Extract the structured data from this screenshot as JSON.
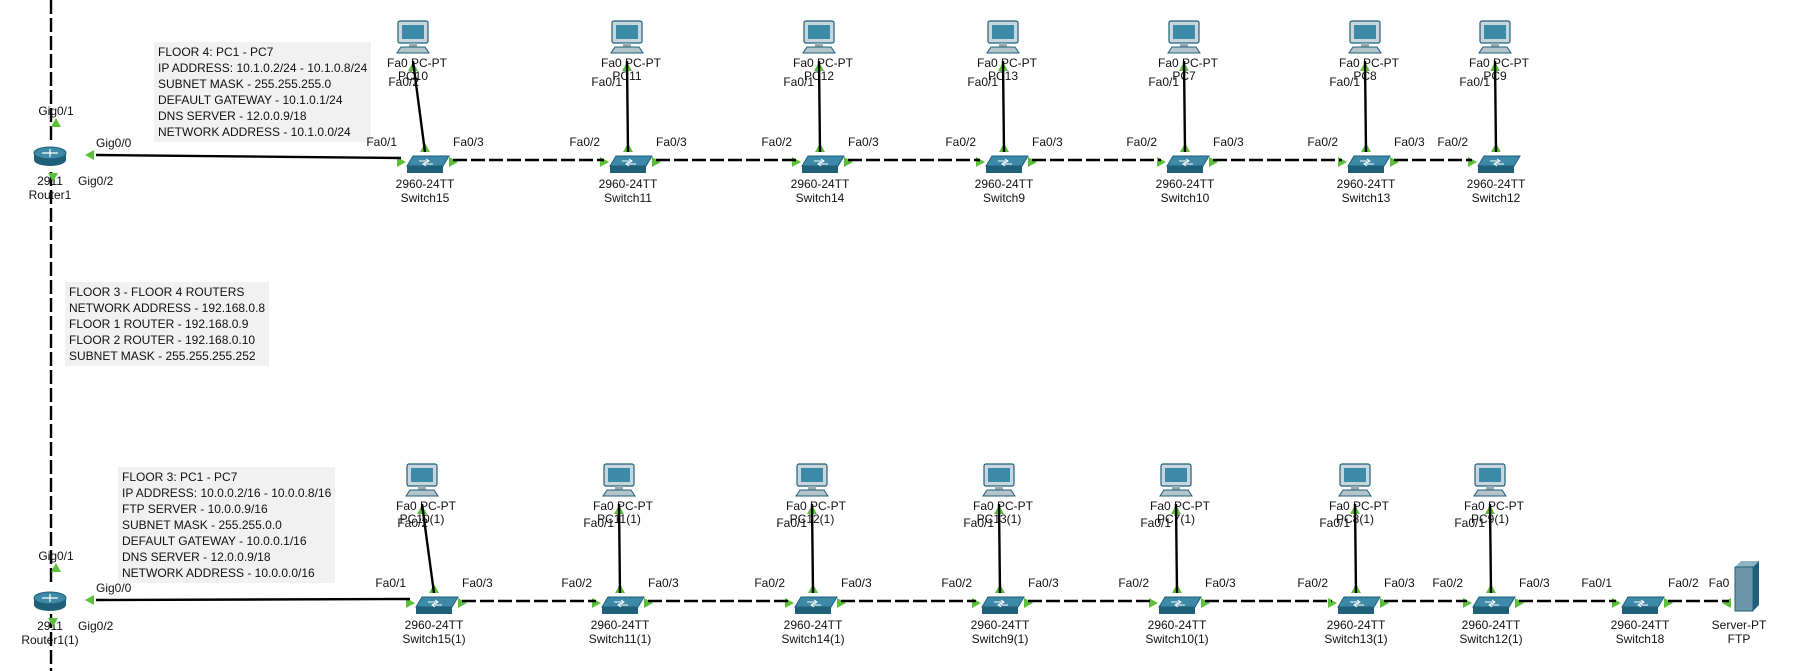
{
  "notes": {
    "floor4": {
      "lines": [
        "FLOOR 4: PC1 - PC7",
        "IP ADDRESS: 10.1.0.2/24 - 10.1.0.8/24",
        "SUBNET MASK - 255.255.255.0",
        "DEFAULT GATEWAY - 10.1.0.1/24",
        "DNS SERVER - 12.0.0.9/18",
        "NETWORK ADDRESS - 10.1.0.0/24"
      ]
    },
    "routers": {
      "lines": [
        "FLOOR 3 - FLOOR 4 ROUTERS",
        "NETWORK ADDRESS - 192.168.0.8",
        "FLOOR 1 ROUTER - 192.168.0.9",
        "FLOOR 2 ROUTER - 192.168.0.10",
        "SUBNET MASK - 255.255.255.252"
      ]
    },
    "floor3": {
      "lines": [
        "FLOOR 3: PC1 - PC7",
        "IP ADDRESS: 10.0.0.2/16 - 10.0.0.8/16",
        "FTP SERVER - 10.0.0.9/16",
        "SUBNET MASK - 255.255.0.0",
        "DEFAULT GATEWAY - 10.0.0.1/16",
        "DNS SERVER - 12.0.0.9/18",
        "NETWORK ADDRESS - 10.0.0.0/16"
      ]
    }
  },
  "routers": [
    {
      "id": "r-top",
      "model": "2911",
      "name": "Router1",
      "ports": {
        "up": "Gig0/1",
        "right": "Gig0/0",
        "down": "Gig0/2"
      }
    },
    {
      "id": "r-bottom",
      "model": "2911",
      "name": "Router1(1)",
      "ports": {
        "up": "Gig0/1",
        "right": "Gig0/0",
        "down": "Gig0/2"
      }
    }
  ],
  "rows": [
    {
      "id": "floor4",
      "switches": [
        {
          "name": "Switch15",
          "model": "2960-24TT",
          "left_port": "Fa0/1",
          "right_port": "Fa0/3",
          "up_port": "Fa0/2",
          "pc": {
            "name": "PC10",
            "model": "PC-PT",
            "port": "Fa0"
          }
        },
        {
          "name": "Switch11",
          "model": "2960-24TT",
          "left_port": "Fa0/2",
          "right_port": "Fa0/3",
          "up_port": "Fa0/1",
          "pc": {
            "name": "PC11",
            "model": "PC-PT",
            "port": "Fa0"
          }
        },
        {
          "name": "Switch14",
          "model": "2960-24TT",
          "left_port": "Fa0/2",
          "right_port": "Fa0/3",
          "up_port": "Fa0/1",
          "pc": {
            "name": "PC12",
            "model": "PC-PT",
            "port": "Fa0"
          }
        },
        {
          "name": "Switch9",
          "model": "2960-24TT",
          "left_port": "Fa0/2",
          "right_port": "Fa0/3",
          "up_port": "Fa0/1",
          "pc": {
            "name": "PC13",
            "model": "PC-PT",
            "port": "Fa0"
          }
        },
        {
          "name": "Switch10",
          "model": "2960-24TT",
          "left_port": "Fa0/2",
          "right_port": "Fa0/3",
          "up_port": "Fa0/1",
          "pc": {
            "name": "PC7",
            "model": "PC-PT",
            "port": "Fa0"
          }
        },
        {
          "name": "Switch13",
          "model": "2960-24TT",
          "left_port": "Fa0/2",
          "right_port": "Fa0/3",
          "up_port": "Fa0/1",
          "pc": {
            "name": "PC8",
            "model": "PC-PT",
            "port": "Fa0"
          }
        },
        {
          "name": "Switch12",
          "model": "2960-24TT",
          "left_port": "Fa0/2",
          "right_port": "",
          "up_port": "Fa0/1",
          "pc": {
            "name": "PC9",
            "model": "PC-PT",
            "port": "Fa0"
          }
        }
      ]
    },
    {
      "id": "floor3",
      "switches": [
        {
          "name": "Switch15(1)",
          "model": "2960-24TT",
          "left_port": "Fa0/1",
          "right_port": "Fa0/3",
          "up_port": "Fa0/2",
          "pc": {
            "name": "PC10(1)",
            "model": "PC-PT",
            "port": "Fa0"
          }
        },
        {
          "name": "Switch11(1)",
          "model": "2960-24TT",
          "left_port": "Fa0/2",
          "right_port": "Fa0/3",
          "up_port": "Fa0/1",
          "pc": {
            "name": "PC11(1)",
            "model": "PC-PT",
            "port": "Fa0"
          }
        },
        {
          "name": "Switch14(1)",
          "model": "2960-24TT",
          "left_port": "Fa0/2",
          "right_port": "Fa0/3",
          "up_port": "Fa0/1",
          "pc": {
            "name": "PC12(1)",
            "model": "PC-PT",
            "port": "Fa0"
          }
        },
        {
          "name": "Switch9(1)",
          "model": "2960-24TT",
          "left_port": "Fa0/2",
          "right_port": "Fa0/3",
          "up_port": "Fa0/1",
          "pc": {
            "name": "PC13(1)",
            "model": "PC-PT",
            "port": "Fa0"
          }
        },
        {
          "name": "Switch10(1)",
          "model": "2960-24TT",
          "left_port": "Fa0/2",
          "right_port": "Fa0/3",
          "up_port": "Fa0/1",
          "pc": {
            "name": "PC7(1)",
            "model": "PC-PT",
            "port": "Fa0"
          }
        },
        {
          "name": "Switch13(1)",
          "model": "2960-24TT",
          "left_port": "Fa0/2",
          "right_port": "Fa0/3",
          "up_port": "Fa0/1",
          "pc": {
            "name": "PC8(1)",
            "model": "PC-PT",
            "port": "Fa0"
          }
        },
        {
          "name": "Switch12(1)",
          "model": "2960-24TT",
          "left_port": "Fa0/2",
          "right_port": "Fa0/3",
          "up_port": "Fa0/1",
          "pc": {
            "name": "PC9(1)",
            "model": "PC-PT",
            "port": "Fa0"
          }
        },
        {
          "name": "Switch18",
          "model": "2960-24TT",
          "left_port": "Fa0/1",
          "right_port": "Fa0/2",
          "up_port": "",
          "pc": null
        }
      ],
      "server": {
        "name": "FTP",
        "model": "Server-PT",
        "port": "Fa0"
      }
    }
  ],
  "colors": {
    "device": "#3d8aa8",
    "device_dark": "#1f5f78",
    "link": "#000000",
    "port_indicator": "#5bbf3a",
    "note_bg": "#f1f1f1"
  }
}
